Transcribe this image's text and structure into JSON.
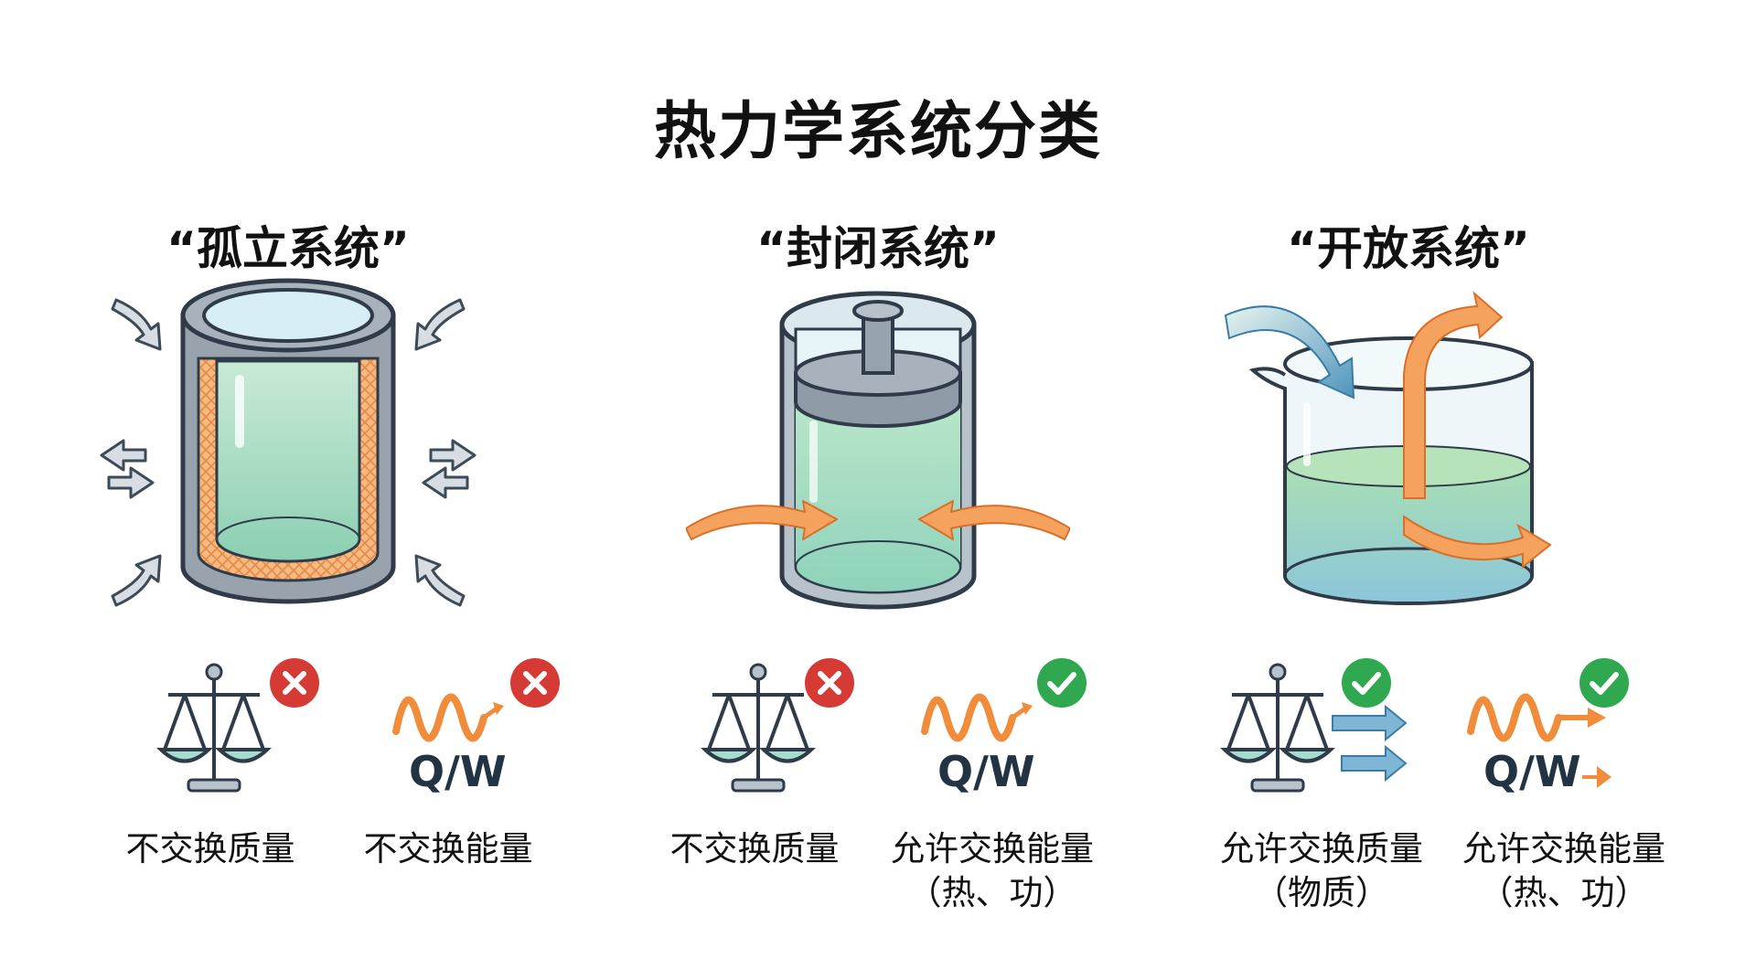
{
  "title": "热力学系统分类",
  "systems": [
    {
      "title": "“孤立系统”",
      "mass": {
        "label": "不交换质量",
        "sublabel": "",
        "allowed": false
      },
      "energy": {
        "label": "不交换能量",
        "sublabel": "",
        "allowed": false
      }
    },
    {
      "title": "“封闭系统”",
      "mass": {
        "label": "不交换质量",
        "sublabel": "",
        "allowed": false
      },
      "energy": {
        "label": "允许交换能量",
        "sublabel": "（热、功）",
        "allowed": true
      }
    },
    {
      "title": "“开放系统”",
      "mass": {
        "label": "允许交换质量",
        "sublabel": "（物质）",
        "allowed": true
      },
      "energy": {
        "label": "允许交换能量",
        "sublabel": "（热、功）",
        "allowed": true
      }
    }
  ],
  "energy_symbol": "Q/W",
  "colors": {
    "allowed": "#2fa84f",
    "denied": "#d63a35",
    "heat": "#f08c3a",
    "liquid": "#9fd7bf",
    "steel": "#8a96a3",
    "outline": "#2f3b48",
    "blue_arrow": "#3a7ca8"
  }
}
